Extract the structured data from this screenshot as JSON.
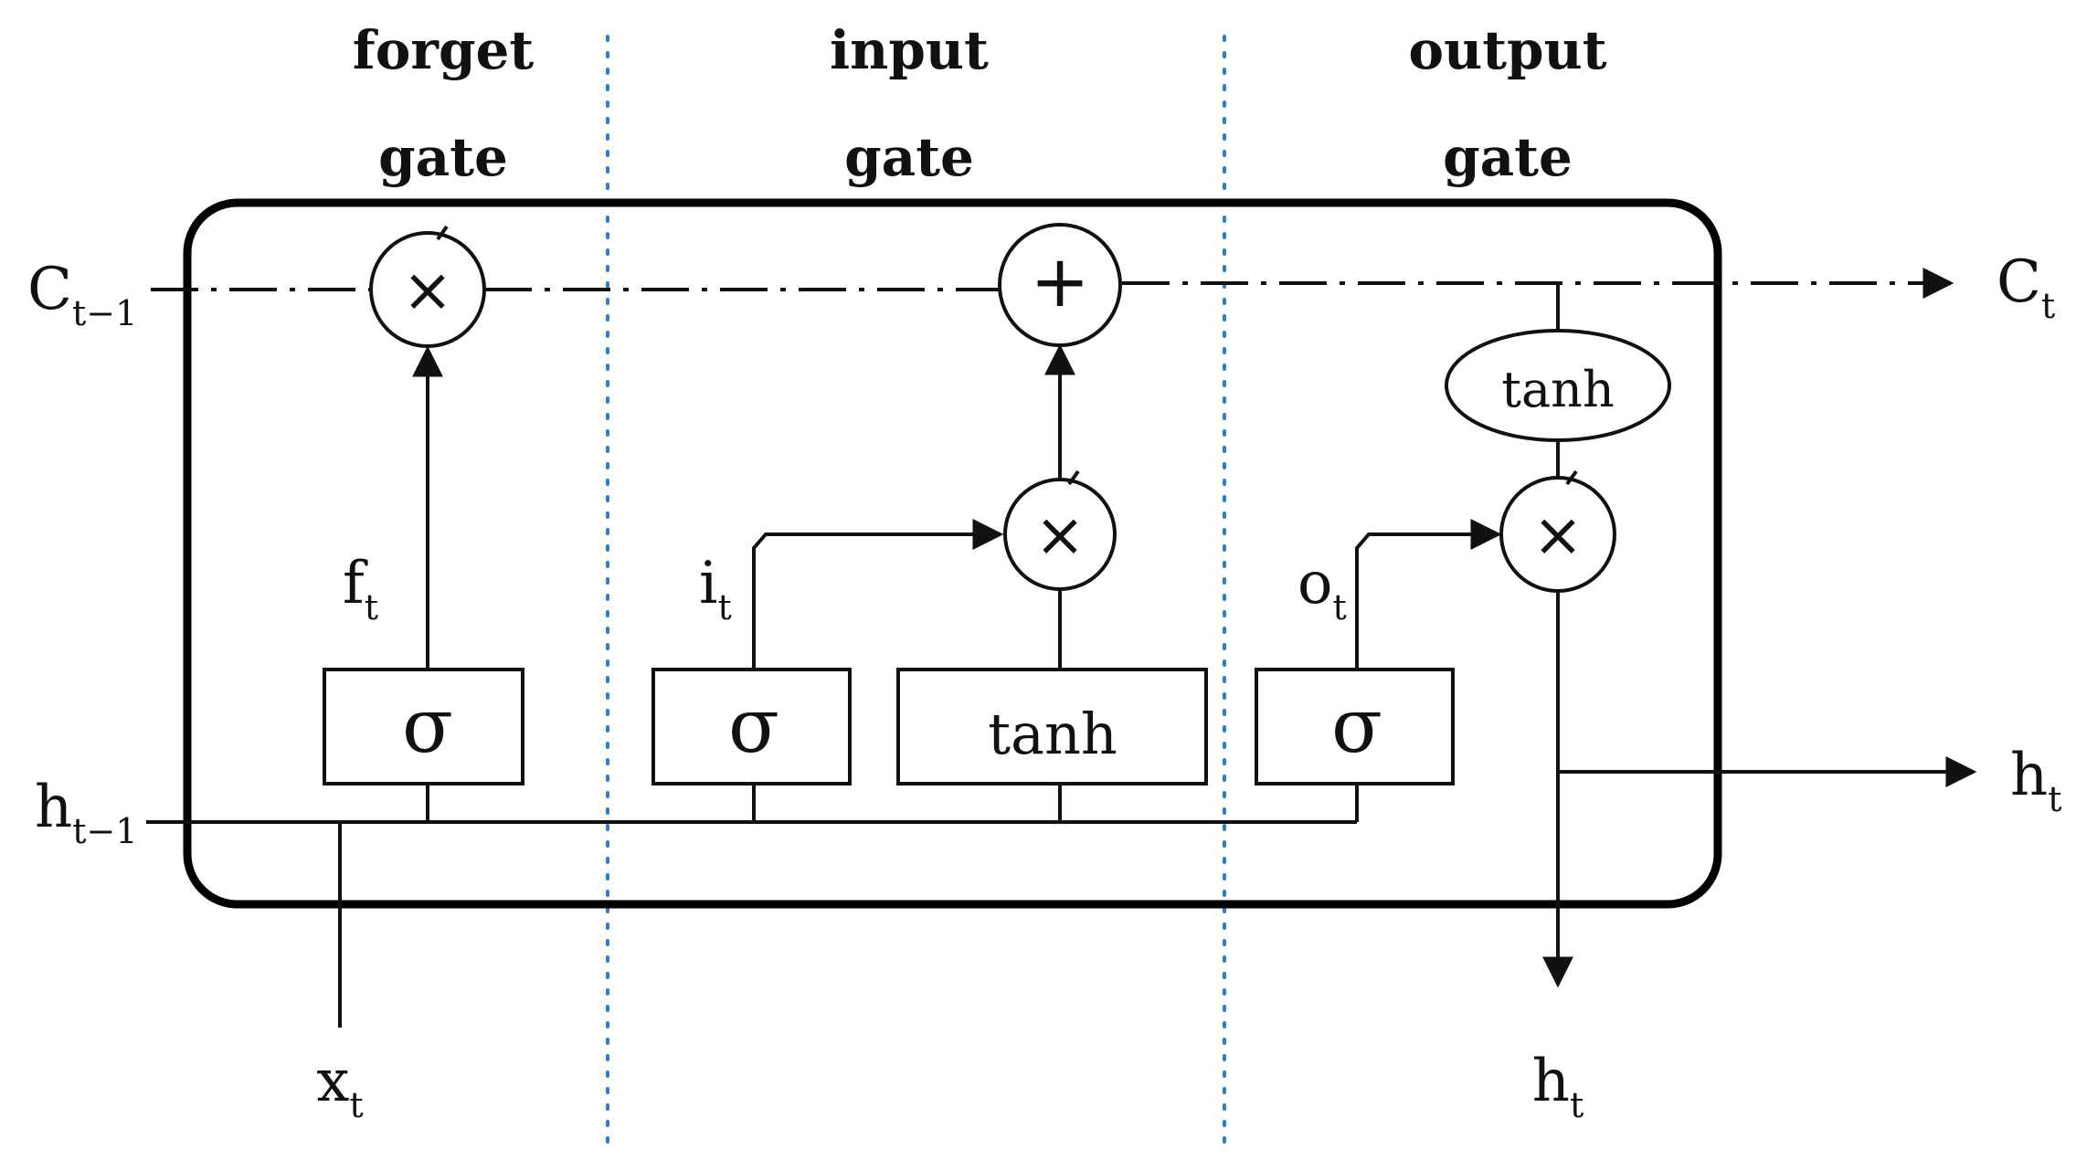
{
  "gates": {
    "forget": {
      "line1": "forget",
      "line2": "gate"
    },
    "input": {
      "line1": "input",
      "line2": "gate"
    },
    "output": {
      "line1": "output",
      "line2": "gate"
    }
  },
  "blocks": {
    "forget_sigma": "σ",
    "input_sigma": "σ",
    "candidate_tanh": "tanh",
    "output_sigma": "σ",
    "cell_tanh": "tanh"
  },
  "operators": {
    "forget_mult": "×",
    "cell_add": "+",
    "input_mult": "×",
    "output_mult": "×"
  },
  "labels": {
    "c_prev": {
      "base": "C",
      "sub": "t−1"
    },
    "c_next": {
      "base": "C",
      "sub": "t"
    },
    "h_prev": {
      "base": "h",
      "sub": "t−1"
    },
    "h_next_right": {
      "base": "h",
      "sub": "t"
    },
    "h_next_bottom": {
      "base": "h",
      "sub": "t"
    },
    "x_in": {
      "base": "x",
      "sub": "t"
    },
    "f_gate": {
      "base": "f",
      "sub": "t"
    },
    "i_gate": {
      "base": "i",
      "sub": "t"
    },
    "o_gate": {
      "base": "o",
      "sub": "t"
    }
  }
}
